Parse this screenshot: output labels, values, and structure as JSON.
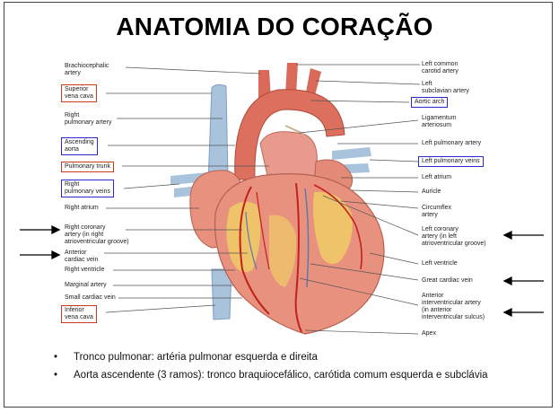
{
  "title": "ANATOMIA DO CORAÇÃO",
  "left_labels": [
    {
      "text": "Brachiocephalic\nartery",
      "box": "none"
    },
    {
      "text": "Superior\nvena cava",
      "box": "red"
    },
    {
      "text": "Right\npulmonary artery",
      "box": "none"
    },
    {
      "text": "Ascending\naorta",
      "box": "blue"
    },
    {
      "text": "Pulmonary trunk",
      "box": "red"
    },
    {
      "text": "Right\npulmonary veins",
      "box": "blue"
    },
    {
      "text": "Right atrium",
      "box": "none"
    },
    {
      "text": "Right coronary\nartery (in right\natrioventricular groove)",
      "box": "none"
    },
    {
      "text": "Anterior\ncardiac vein",
      "box": "none"
    },
    {
      "text": "Right ventricle",
      "box": "none"
    },
    {
      "text": "Marginal artery",
      "box": "none"
    },
    {
      "text": "Small cardiac vein",
      "box": "none"
    },
    {
      "text": "Inferior\nvena cava",
      "box": "red"
    }
  ],
  "right_labels": [
    {
      "text": "Left common\ncarotid artery",
      "box": "none"
    },
    {
      "text": "Left\nsubclavian artery",
      "box": "none"
    },
    {
      "text": "Aortic arch",
      "box": "blue"
    },
    {
      "text": "Ligamentum\narteriosum",
      "box": "none"
    },
    {
      "text": "Left pulmonary artery",
      "box": "none"
    },
    {
      "text": "Left pulmonary veins",
      "box": "blue"
    },
    {
      "text": "Left atrium",
      "box": "none"
    },
    {
      "text": "Auricle",
      "box": "none"
    },
    {
      "text": "Circumflex\nartery",
      "box": "none"
    },
    {
      "text": "Left coronary\nartery (in left\natrioventricular groove)",
      "box": "none"
    },
    {
      "text": "Left ventricle",
      "box": "none"
    },
    {
      "text": "Great cardiac vein",
      "box": "none"
    },
    {
      "text": "Anterior\ninterventricular artery\n(in anterior\ninterventricular sulcus)",
      "box": "none"
    },
    {
      "text": "Apex",
      "box": "none"
    }
  ],
  "bullets": [
    "Tronco pulmonar: artéria pulmonar esquerda e direita",
    "Aorta ascendente (3 ramos): tronco braquiocefálico, carótida comum esquerda e subclávia"
  ],
  "colors": {
    "red_box": "#cc3a1c",
    "blue_box": "#2a2acc",
    "heart": "#e8917f",
    "vein": "#a9c3dd",
    "fat": "#f0c968"
  }
}
